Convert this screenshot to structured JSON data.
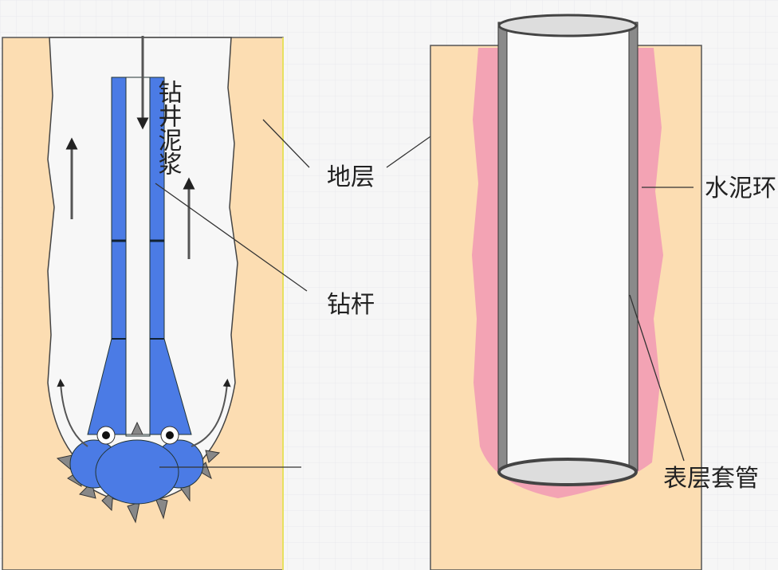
{
  "labels": {
    "drilling_mud": "钻井泥浆",
    "formation": "地层",
    "drill_pipe": "钻杆",
    "cement_ring": "水泥环",
    "surface_casing": "表层套管"
  },
  "colors": {
    "formation": "#FCDDB2",
    "drill_pipe": "#4B7BE5",
    "cement": "#F3A3B4",
    "casing": "#8A8A8A"
  }
}
